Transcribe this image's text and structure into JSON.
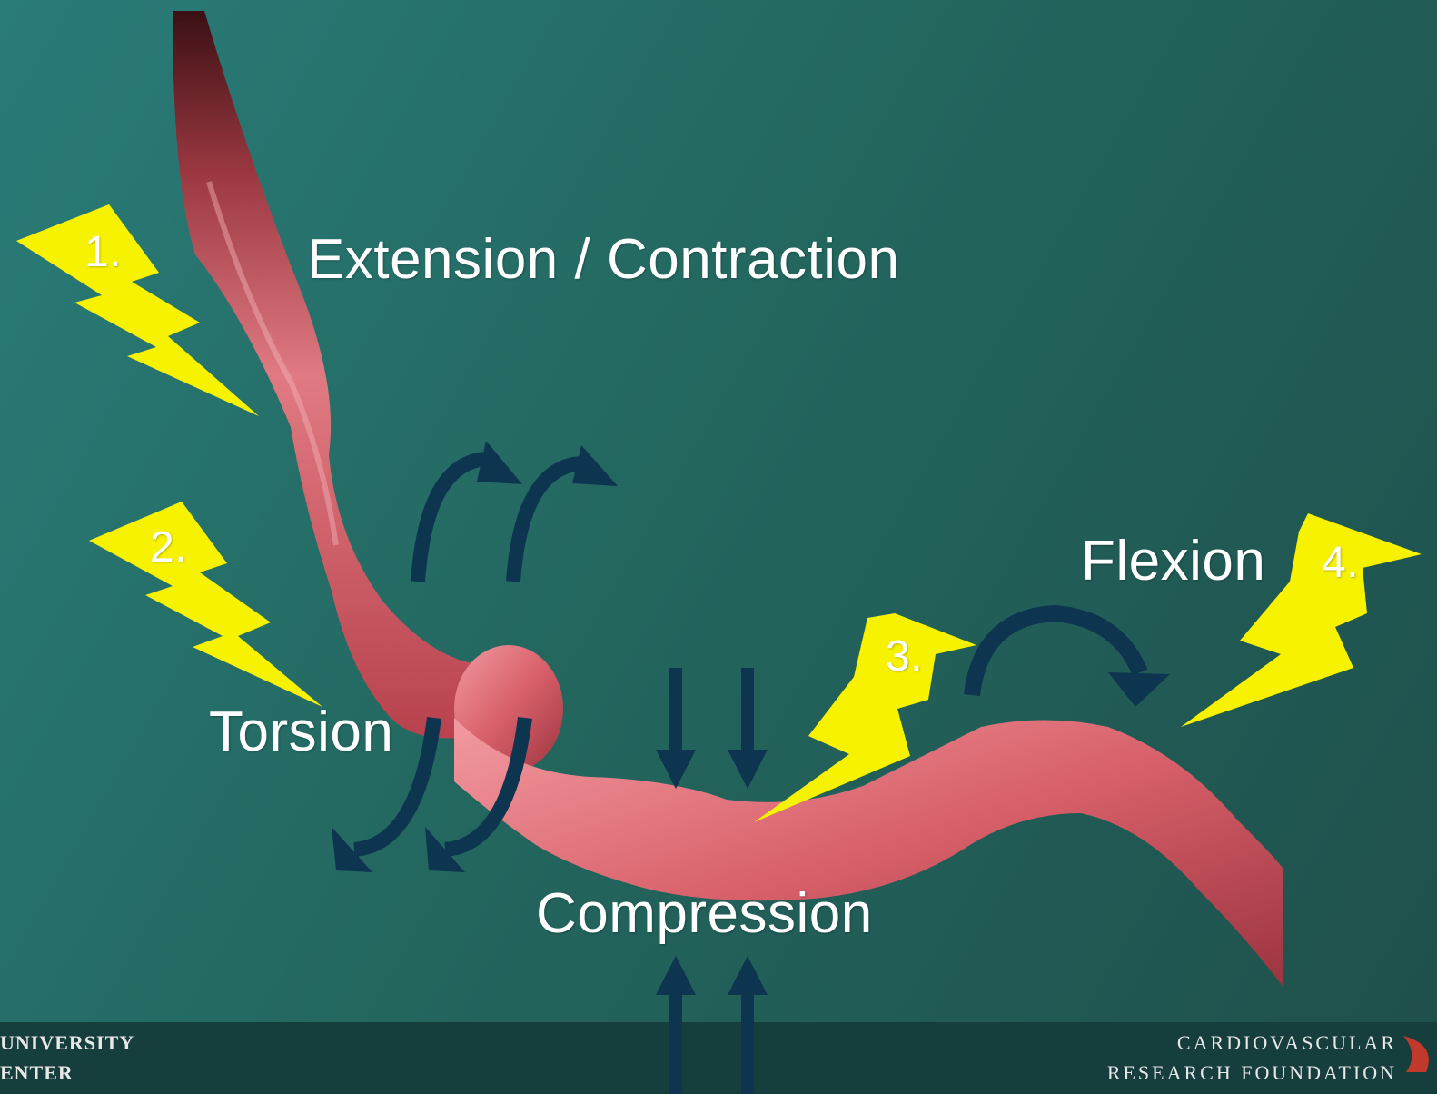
{
  "labels": {
    "extension": "Extension / Contraction",
    "torsion": "Torsion",
    "flexion": "Flexion",
    "compression": "Compression"
  },
  "bolts": [
    {
      "number": "1."
    },
    {
      "number": "2."
    },
    {
      "number": "3."
    },
    {
      "number": "4."
    }
  ],
  "footer": {
    "left_line1": "UNIVERSITY",
    "left_line2": "ENTER",
    "right_line1": "CARDIOVASCULAR",
    "right_line2": "RESEARCH FOUNDATION"
  },
  "colors": {
    "background": "#24706b",
    "bolt": "#f7f200",
    "vessel": "#d9606b",
    "arrow": "#0d3550",
    "footer": "#163e3c"
  }
}
